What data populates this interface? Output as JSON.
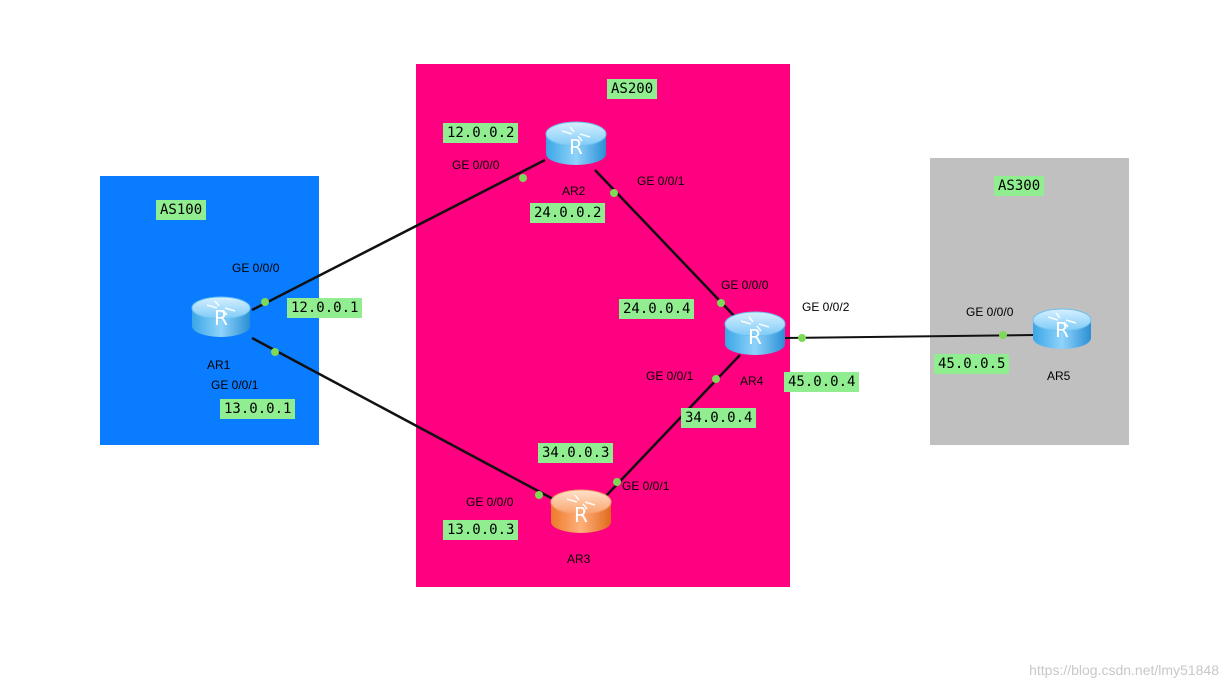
{
  "colors": {
    "as100": "#0a7cff",
    "as200": "#ff0080",
    "as300": "#c0c0c0",
    "label_bg": "#90ee90",
    "link": "#111111",
    "port_dot": "#7ed957",
    "router_blue": "#45b4ee",
    "router_orange": "#f08a3c"
  },
  "areas": {
    "as100": "AS100",
    "as200": "AS200",
    "as300": "AS300"
  },
  "routers": {
    "ar1": "AR1",
    "ar2": "AR2",
    "ar3": "AR3",
    "ar4": "AR4",
    "ar5": "AR5",
    "glyph": "R"
  },
  "ports": {
    "ar1_ge000": "GE 0/0/0",
    "ar1_ge001": "GE 0/0/1",
    "ar2_ge000": "GE 0/0/0",
    "ar2_ge001": "GE 0/0/1",
    "ar3_ge000": "GE 0/0/0",
    "ar3_ge001": "GE 0/0/1",
    "ar4_ge000": "GE 0/0/0",
    "ar4_ge001": "GE 0/0/1",
    "ar4_ge002": "GE 0/0/2",
    "ar5_ge000": "GE 0/0/0"
  },
  "ips": {
    "ar1_12": "12.0.0.1",
    "ar1_13": "13.0.0.1",
    "ar2_12": "12.0.0.2",
    "ar2_24": "24.0.0.2",
    "ar3_13": "13.0.0.3",
    "ar3_34": "34.0.0.3",
    "ar4_24": "24.0.0.4",
    "ar4_34": "34.0.0.4",
    "ar4_45": "45.0.0.4",
    "ar5_45": "45.0.0.5"
  },
  "links": [
    {
      "from": "AR1",
      "to": "AR2"
    },
    {
      "from": "AR1",
      "to": "AR3"
    },
    {
      "from": "AR2",
      "to": "AR4"
    },
    {
      "from": "AR3",
      "to": "AR4"
    },
    {
      "from": "AR4",
      "to": "AR5"
    }
  ],
  "watermark": "https://blog.csdn.net/lmy51848"
}
